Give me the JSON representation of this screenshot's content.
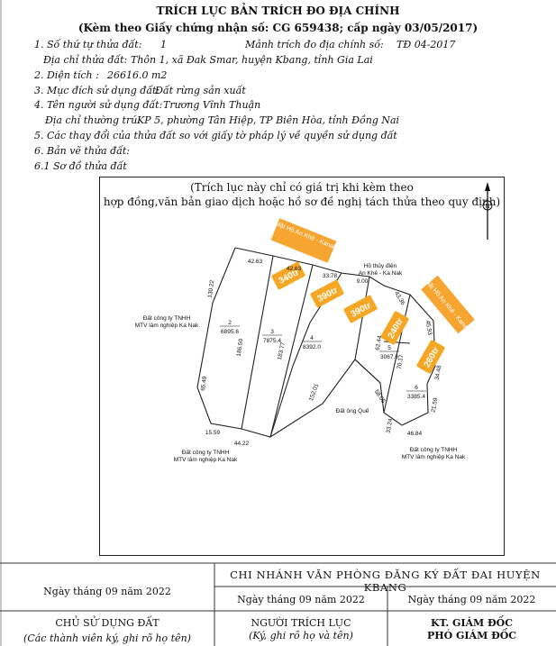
{
  "header": {
    "title": "TRÍCH LỤC BẢN TRÍCH ĐO ĐỊA CHÍNH",
    "subtitle": "(Kèm theo Giấy chứng nhận số: CG 659438; cấp ngày 03/05/2017)"
  },
  "info": {
    "line1_label": "1. Số thứ tự thửa đất:",
    "line1_value": "1",
    "line1b_label": "Mảnh trích đo địa chính số:",
    "line1b_value": "TĐ 04-2017",
    "addr_label": "Địa chỉ thửa đất:",
    "addr_value": "Thôn 1, xã Đak Smar, huyện Kbang, tỉnh Gia Lai",
    "area_label": "2. Diện tích :",
    "area_value": "26616.0 m2",
    "purpose_label": "3. Mục đích sử dụng đất:",
    "purpose_value": "Đất rừng sản xuất",
    "owner_label": "4. Tên người sử dụng đất:",
    "owner_value": "Trương Vĩnh Thuận",
    "resid_label": "Địa chỉ thường trú:",
    "resid_value": "KP 5, phường Tân Hiệp, TP Biên Hòa, tỉnh Đồng Nai",
    "changes": "5. Các thay đổi của thửa đất so với giấy tờ pháp lý về quyền sử dụng đất",
    "drawing": "6. Bản vẽ thửa đất:",
    "diagram": "6.1 Sơ đồ thửa đất"
  },
  "map": {
    "note_line1": "(Trích lục này chỉ có giá trị khi kèm theo",
    "note_line2": "hợp đồng,văn bản giao dịch hoặc hồ sơ đề nghị tách thửa theo quy định)",
    "north_symbol": "N",
    "road_top": "Mặt Hồ An Khê - Kanak",
    "road_right": "Mặt Hồ An Khê - Kanak",
    "reservoir": "Hồ thủy điện",
    "reservoir2": "An Khê - Ka Nak",
    "company_left1": "Đất công ty TNHH",
    "company_left2": "MTV lâm nghiệp Ka Nak",
    "company_bottom1": "Đất công ty TNHH",
    "company_bottom2": "MTV lâm nghiệp Ka Nak",
    "company_right1": "Đất công ty TNHH",
    "company_right2": "MTV lâm nghiệp Ka Nak",
    "neighbor": "Đất ông Quế",
    "parcels": [
      {
        "no": "2",
        "area": "6895.6"
      },
      {
        "no": "3",
        "area": "7875.4"
      },
      {
        "no": "4",
        "area": "8392.0"
      },
      {
        "no": "5",
        "area": "3067.6"
      },
      {
        "no": "6",
        "area": "3385.4"
      }
    ],
    "prices": [
      "340tr",
      "390tr",
      "390tr",
      "240tr",
      "260tr"
    ],
    "dims": {
      "d1": "42.63",
      "d2": "42.63",
      "d3": "33.78",
      "d4": "9.00",
      "d5": "43.36",
      "d6": "45.93",
      "d7": "130.22",
      "d8": "65.49",
      "d9": "186.50",
      "d10": "183.77",
      "d11": "152.01",
      "d12": "62.44",
      "d13": "70.17",
      "d14": "34.48",
      "d15": "58.05",
      "d16": "33.24",
      "d17": "21.59",
      "d18": "46.84",
      "d19": "15.59",
      "d20": "44.22"
    }
  },
  "signature": {
    "date_left": "Ngày      tháng 09 năm 2022",
    "office": "CHI NHÁNH VĂN PHÒNG ĐĂNG KÝ ĐẤT ĐAI HUYỆN KBANG",
    "date_mid": "Ngày      tháng 09 năm 2022",
    "date_right": "Ngày      tháng 09 năm 2022",
    "col1_title": "CHỦ SỬ DỤNG ĐẤT",
    "col1_sub": "(Các thành viên ký, ghi rõ họ tên)",
    "col2_title": "NGƯỜI TRÍCH LỤC",
    "col2_sub": "(Ký, ghi rõ họ và tên)",
    "col3_title": "KT. GIÁM ĐỐC",
    "col3_sub": "PHÓ GIÁM ĐỐC"
  },
  "colors": {
    "price_tag": "#f5a623",
    "road_tag": "#f7a531"
  }
}
